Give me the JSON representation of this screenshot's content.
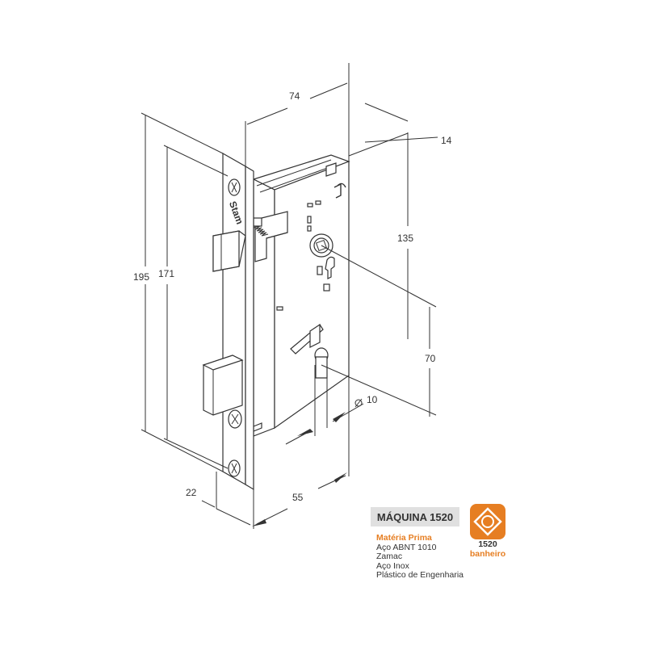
{
  "dimensions": {
    "d195": "195",
    "d171": "171",
    "d74": "74",
    "d14": "14",
    "d135": "135",
    "d70": "70",
    "d10": "10",
    "d22": "22",
    "d55": "55"
  },
  "brand_mark": "Stam",
  "product": {
    "title": "MÁQUINA 1520",
    "materials_heading": "Matéria Prima",
    "materials": [
      "Aço ABNT 1010",
      "Zamac",
      "Aço Inox",
      "Plástico de Engenharia"
    ]
  },
  "badge": {
    "code": "1520",
    "label": "banheiro",
    "color": "#e67e22"
  }
}
